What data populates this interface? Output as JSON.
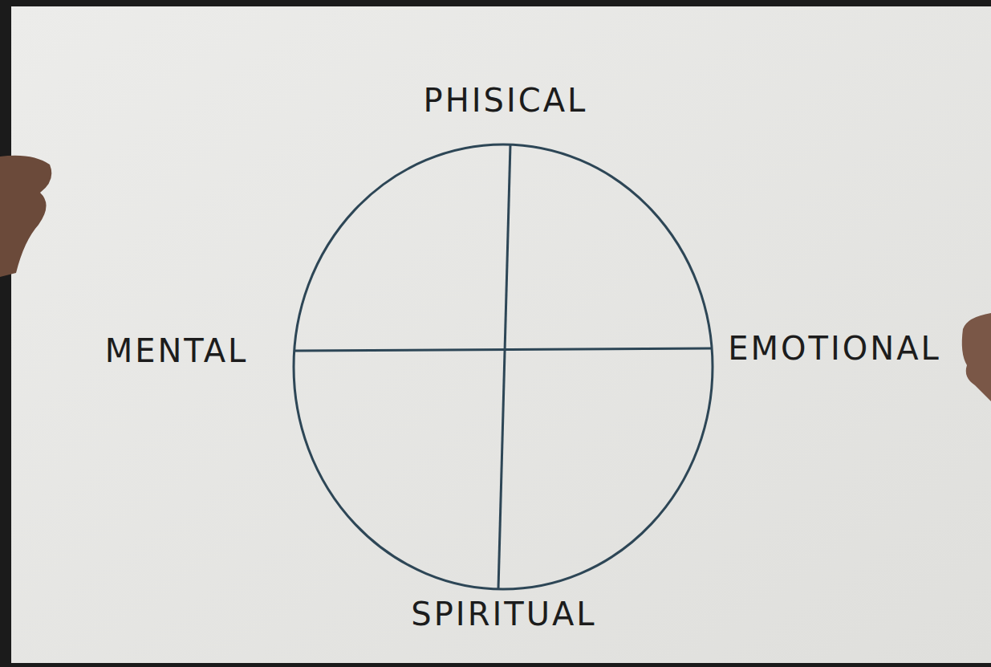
{
  "diagram": {
    "labels": [
      "PHISICAL",
      "MENTAL",
      "EMOTIONAL",
      "SPIRITUAL"
    ]
  }
}
